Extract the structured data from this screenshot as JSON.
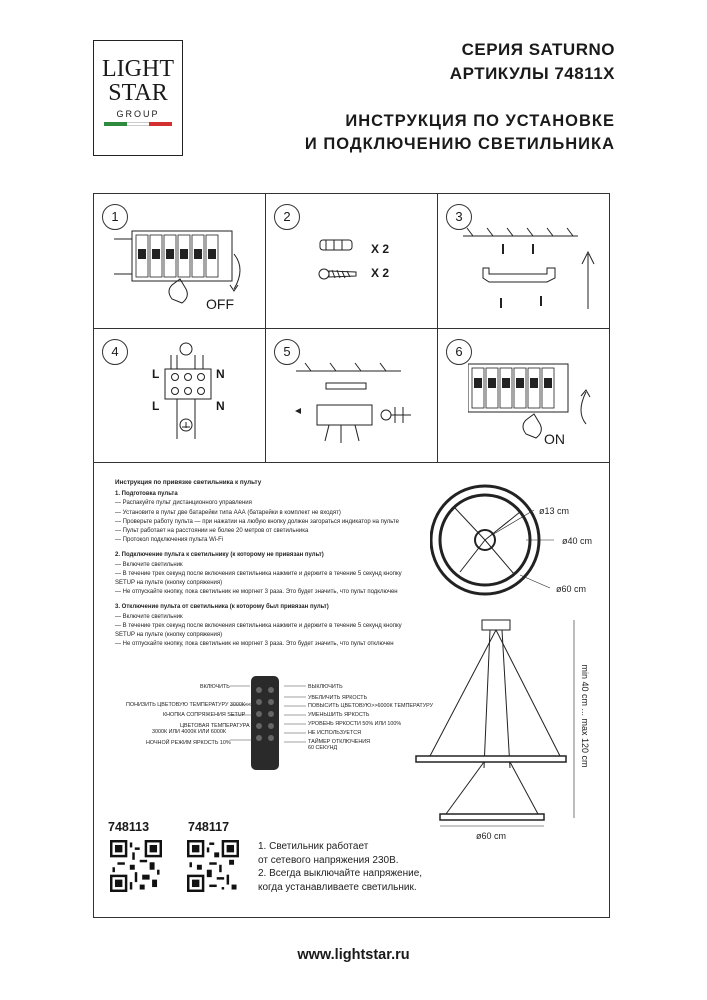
{
  "logo": {
    "line1": "LIGHT",
    "line2": "STAR",
    "line3": "GROUP",
    "flag_colors": [
      "#2e8b3e",
      "#ffffff",
      "#d32f2f"
    ]
  },
  "header": {
    "series": "СЕРИЯ SATURNO",
    "articles": "АРТИКУЛЫ 74811X",
    "title_line1": "ИНСТРУКЦИЯ ПО УСТАНОВКЕ",
    "title_line2": "И ПОДКЛЮЧЕНИЮ СВЕТИЛЬНИКА"
  },
  "steps": [
    {
      "num": "1",
      "label": "OFF"
    },
    {
      "num": "2",
      "qty1": "X 2",
      "qty2": "X 2"
    },
    {
      "num": "3"
    },
    {
      "num": "4",
      "l1": "L",
      "n1": "N",
      "l2": "L",
      "n2": "N"
    },
    {
      "num": "5"
    },
    {
      "num": "6",
      "label": "ON"
    }
  ],
  "instructions": {
    "title": "Инструкция по привязке светильника к пульту",
    "s1_title": "1. Подготовка пульта",
    "s1_items": [
      "— Распакуйте пульт дистанционного управления",
      "— Установите в пульт две батарейки типа ААА (батарейки в комплект не входят)",
      "— Проверьте работу пульта — при нажатии на любую кнопку должен загораться индикатор на пульте",
      "— Пульт работает на расстоянии не более 20 метров от светильника",
      "— Протокол подключения пульта Wi-Fi"
    ],
    "s2_title": "2. Подключение пульта к светильнику (к которому не привязан пульт)",
    "s2_items": [
      "— Включите светильник",
      "— В течение трех секунд после включения светильника нажмите и держите в течение 5 секунд кнопку",
      "SETUP на пульте (кнопку сопряжения)",
      "— Не отпускайте кнопку, пока светильник не моргнет 3 раза. Это будет значить, что пульт подключен"
    ],
    "s3_title": "3. Отключение пульта от светильника (к которому был привязан пульт)",
    "s3_items": [
      "— Включите светильник",
      "— В течение трех секунд после включения светильника нажмите и держите в течение 5 секунд кнопку",
      "SETUP на пульте (кнопку сопряжения)",
      "— Не отпускайте кнопку, пока светильник не моргнет 3 раза. Это будет значить, что пульт отключен"
    ]
  },
  "remote": {
    "left": [
      "ВКЛЮЧИТЬ",
      "ПОНИЗИТЬ ЦВЕТОВУЮ ТЕМПЕРАТУРУ 3000К<<",
      "КНОПКА СОПРЯЖЕНИЯ SETUP",
      "ЦВЕТОВАЯ ТЕМПЕРАТУРА",
      "3000К ИЛИ 4000К ИЛИ 6000К",
      "НОЧНОЙ РЕЖИМ ЯРКОСТЬ 10%"
    ],
    "right": [
      "ВЫКЛЮЧИТЬ",
      "УВЕЛИЧИТЬ ЯРКОСТЬ",
      "ПОВЫСИТЬ ЦВЕТОВУЮ>>6000К ТЕМПЕРАТУРУ",
      "УМЕНЬШИТЬ ЯРКОСТЬ",
      "УРОВЕНЬ ЯРКОСТИ 50% ИЛИ 100%",
      "НЕ ИСПОЛЬЗУЕТСЯ",
      "ТАЙМЕР ОТКЛЮЧЕНИЯ",
      "60 СЕКУНД"
    ]
  },
  "dimensions": {
    "d1": "ø13 cm",
    "d2": "ø40 cm",
    "d3": "ø60 cm",
    "d4": "ø60 cm",
    "height": "min 40 cm ... max 120 cm"
  },
  "articles_list": [
    "748113",
    "748117"
  ],
  "notes": [
    "1. Светильник работает",
    "от сетевого напряжения 230В.",
    "2. Всегда выключайте напряжение,",
    "когда устанавливаете светильник."
  ],
  "website": "www.lightstar.ru"
}
